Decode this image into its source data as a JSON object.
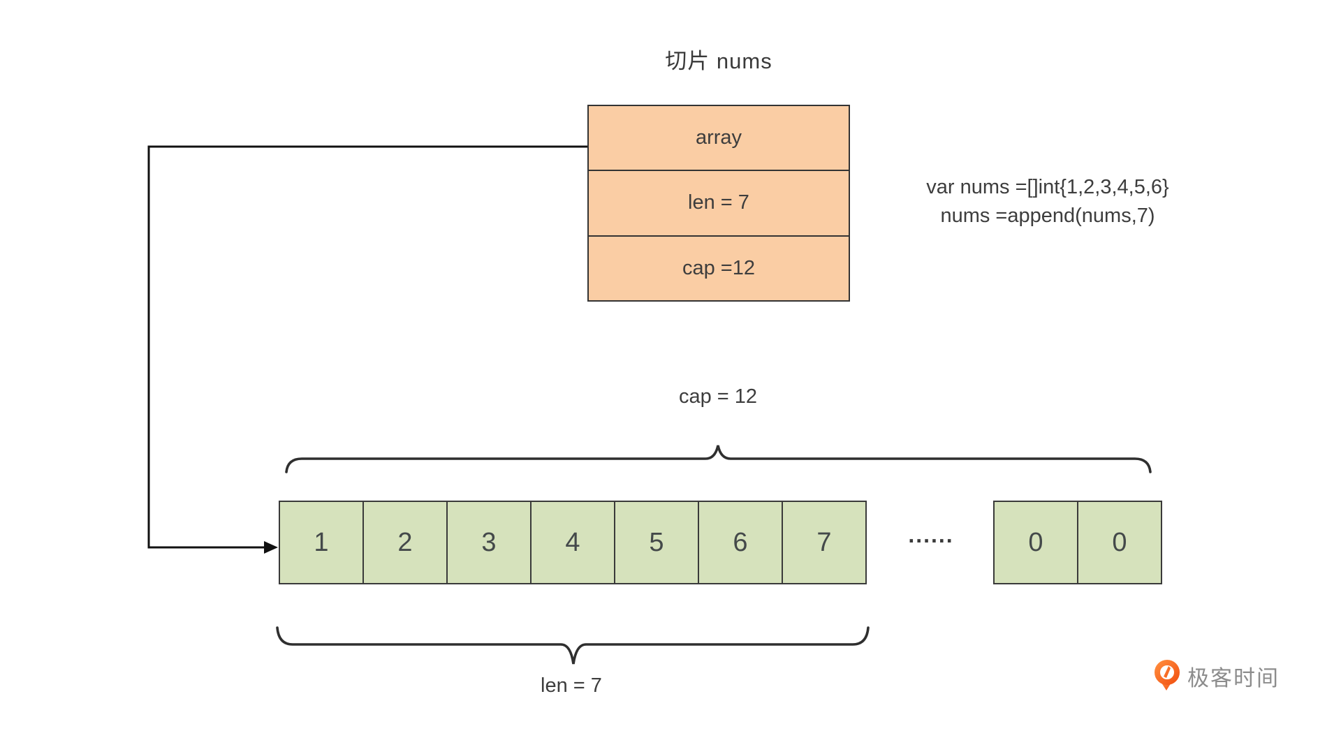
{
  "title": "切片 nums",
  "slice_header": {
    "rows": [
      {
        "label": "array"
      },
      {
        "label": "len = 7"
      },
      {
        "label": "cap =12"
      }
    ]
  },
  "code": {
    "line1": "var nums =[]int{1,2,3,4,5,6}",
    "line2": "nums =append(nums,7)"
  },
  "labels": {
    "cap": "cap = 12",
    "len": "len = 7"
  },
  "array": {
    "cells": [
      "1",
      "2",
      "3",
      "4",
      "5",
      "6",
      "7"
    ],
    "ellipsis": "......",
    "tail_cells": [
      "0",
      "0"
    ]
  },
  "logo": {
    "text": "极客时间"
  },
  "colors": {
    "header_fill": "#facda4",
    "cell_fill": "#d6e2bc",
    "border": "#333333",
    "text": "#3d3d3d",
    "logo_orange": "#f7641c",
    "logo_text": "#8c8c8c"
  }
}
